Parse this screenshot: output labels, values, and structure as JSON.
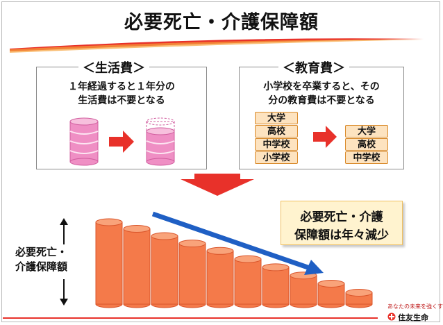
{
  "title": "必要死亡・介護保障額",
  "living_box": {
    "label": "＜生活費＞",
    "line1": "１年経過すると１年分の",
    "line2": "生活費は不要となる"
  },
  "education_box": {
    "label": "＜教育費＞",
    "line1": "小学校を卒業すると、その",
    "line2": "分の教育費は不要となる",
    "before": [
      "大学",
      "高校",
      "中学校",
      "小学校"
    ],
    "after": [
      "大学",
      "高校",
      "中学校"
    ]
  },
  "callout": {
    "line1": "必要死亡・介護",
    "line2": "保障額は年々減少"
  },
  "side_label": {
    "line1": "必要死亡・",
    "line2": "介護保障額"
  },
  "bars": {
    "levels": [
      1.0,
      0.92,
      0.83,
      0.74,
      0.65,
      0.55,
      0.45,
      0.35,
      0.25,
      0.14
    ]
  },
  "footer": {
    "tagline": "あなたの未来を強くする",
    "brand": "住友生命"
  },
  "colors": {
    "accent_red": "#e8312a",
    "bar_orange": "#f47a4a",
    "arrow_blue": "#1f5fc4",
    "stack_pink": "#ef8fc4"
  }
}
